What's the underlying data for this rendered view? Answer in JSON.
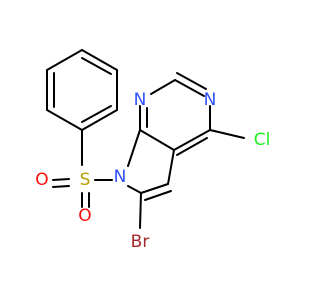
{
  "molecule": {
    "atoms": {
      "n_top": {
        "symbol": "N",
        "color": "#3050F8"
      },
      "n_right": {
        "symbol": "N",
        "color": "#3050F8"
      },
      "n_pyrrole": {
        "symbol": "N",
        "color": "#3050F8"
      },
      "chlorine": {
        "symbol": "Cl",
        "color": "#1FF01F"
      },
      "bromine": {
        "symbol": "Br",
        "color": "#A62929"
      },
      "sulfur": {
        "symbol": "S",
        "color": "#B2A100"
      },
      "oxygen_left": {
        "symbol": "O",
        "color": "#FF0D0D"
      },
      "oxygen_bottom": {
        "symbol": "O",
        "color": "#FF0D0D"
      }
    },
    "bond_color": "#000000"
  }
}
